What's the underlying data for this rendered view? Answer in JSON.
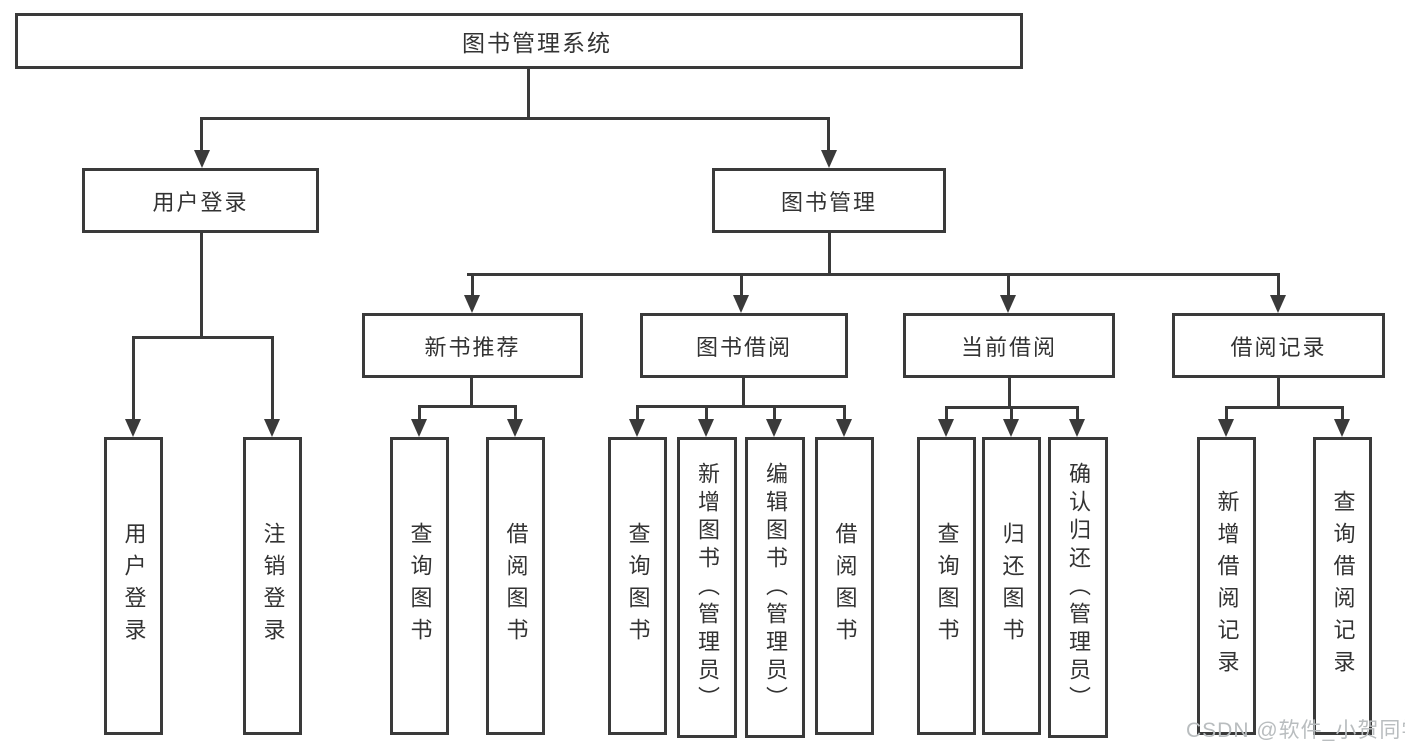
{
  "diagram": {
    "root": {
      "label": "图书管理系统"
    },
    "branches": [
      {
        "label": "用户登录",
        "leaves": [
          "用户登录",
          "注销登录"
        ]
      },
      {
        "label": "图书管理",
        "children": [
          {
            "label": "新书推荐",
            "leaves": [
              "查询图书",
              "借阅图书"
            ]
          },
          {
            "label": "图书借阅",
            "leaves": [
              "查询图书",
              "新增图书（管理员）",
              "编辑图书（管理员）",
              "借阅图书"
            ]
          },
          {
            "label": "当前借阅",
            "leaves": [
              "查询图书",
              "归还图书",
              "确认归还（管理员）"
            ]
          },
          {
            "label": "借阅记录",
            "leaves": [
              "新增借阅记录",
              "查询借阅记录"
            ]
          }
        ]
      }
    ]
  },
  "watermark": {
    "text": "CSDN @软件_小贺同学"
  },
  "colors": {
    "line": "#3a3a3a",
    "text": "#333333",
    "box_background": "#ffffff",
    "watermark": "#b9bdbf"
  }
}
